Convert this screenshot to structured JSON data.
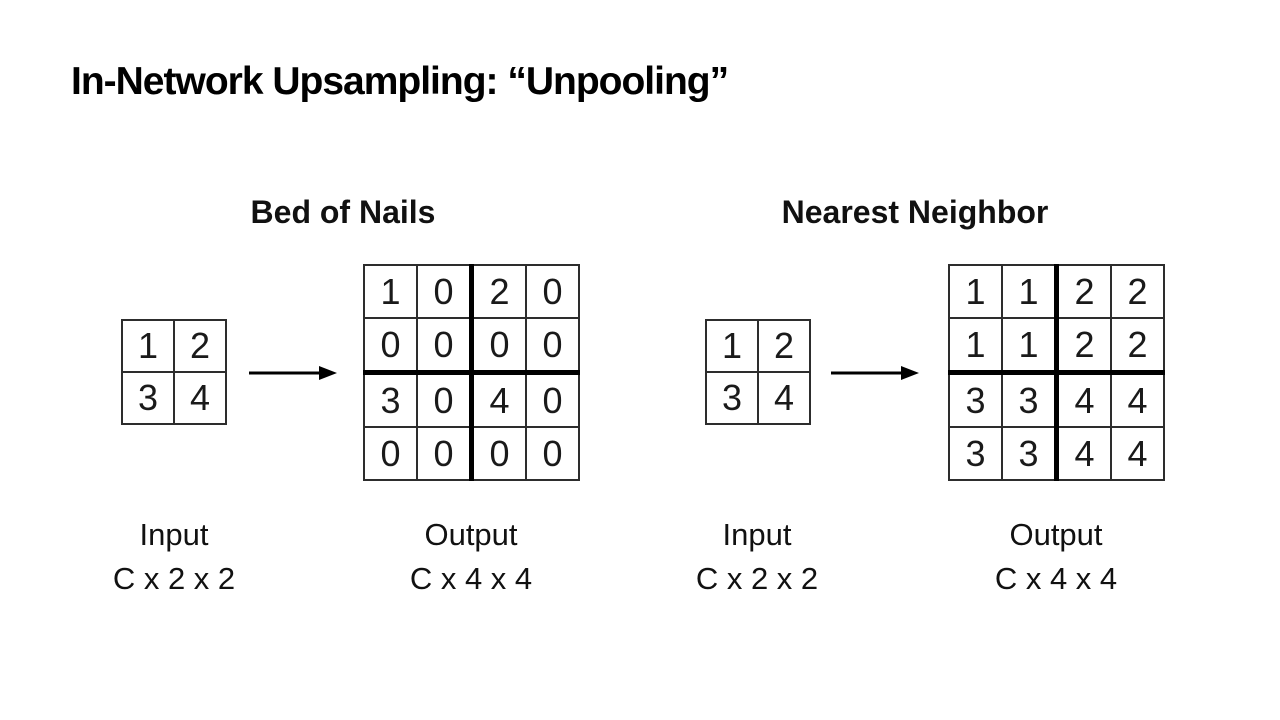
{
  "title": "In-Network Upsampling: “Unpooling”",
  "colors": {
    "background": "#ffffff",
    "text": "#000000",
    "thin_grid_line": "#2d2d2d",
    "thick_grid_line": "#000000"
  },
  "sections": [
    {
      "heading": "Bed of Nails",
      "input": {
        "label": "Input",
        "dims": "C x 2 x 2",
        "matrix": [
          [
            1,
            2
          ],
          [
            3,
            4
          ]
        ]
      },
      "output": {
        "label": "Output",
        "dims": "C x 4 x 4",
        "matrix": [
          [
            1,
            0,
            2,
            0
          ],
          [
            0,
            0,
            0,
            0
          ],
          [
            3,
            0,
            4,
            0
          ],
          [
            0,
            0,
            0,
            0
          ]
        ]
      }
    },
    {
      "heading": "Nearest Neighbor",
      "input": {
        "label": "Input",
        "dims": "C x 2 x 2",
        "matrix": [
          [
            1,
            2
          ],
          [
            3,
            4
          ]
        ]
      },
      "output": {
        "label": "Output",
        "dims": "C x 4 x 4",
        "matrix": [
          [
            1,
            1,
            2,
            2
          ],
          [
            1,
            1,
            2,
            2
          ],
          [
            3,
            3,
            4,
            4
          ],
          [
            3,
            3,
            4,
            4
          ]
        ]
      }
    }
  ]
}
